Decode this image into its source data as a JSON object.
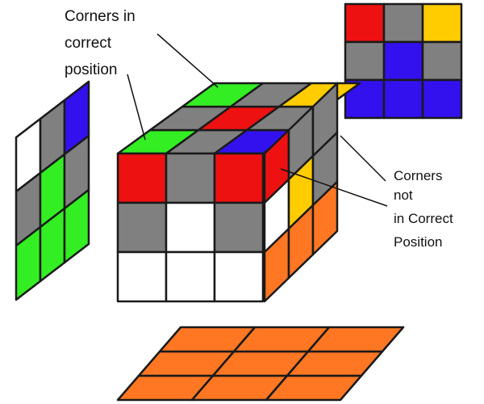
{
  "labels": {
    "correct": [
      "Corners in",
      "correct",
      "position"
    ],
    "incorrect": [
      "Corners",
      "not",
      "in Correct",
      "Position"
    ]
  },
  "palette": {
    "R": "#ee1111",
    "G": "#33ee22",
    "B": "#3311ee",
    "Y": "#ffcc00",
    "W": "#ffffff",
    "X": "#808080",
    "O": "#ff7722",
    "edge": "#1a1a1a"
  },
  "faces": {
    "front": [
      [
        "R",
        "X",
        "R"
      ],
      [
        "X",
        "W",
        "X"
      ],
      [
        "W",
        "W",
        "W"
      ]
    ],
    "top": [
      [
        "G",
        "X",
        "B"
      ],
      [
        "X",
        "R",
        "X"
      ],
      [
        "G",
        "X",
        "Y"
      ]
    ],
    "right": [
      [
        "R",
        "X",
        "X"
      ],
      [
        "W",
        "Y",
        "X"
      ],
      [
        "O",
        "O",
        "O"
      ]
    ],
    "back": [
      [
        "R",
        "X",
        "Y"
      ],
      [
        "X",
        "B",
        "X"
      ],
      [
        "B",
        "B",
        "B"
      ]
    ],
    "left": [
      [
        "W",
        "X",
        "B"
      ],
      [
        "X",
        "G",
        "X"
      ],
      [
        "G",
        "G",
        "G"
      ]
    ],
    "bottom": [
      [
        "O",
        "O",
        "O"
      ],
      [
        "O",
        "O",
        "O"
      ],
      [
        "O",
        "O",
        "O"
      ]
    ]
  }
}
